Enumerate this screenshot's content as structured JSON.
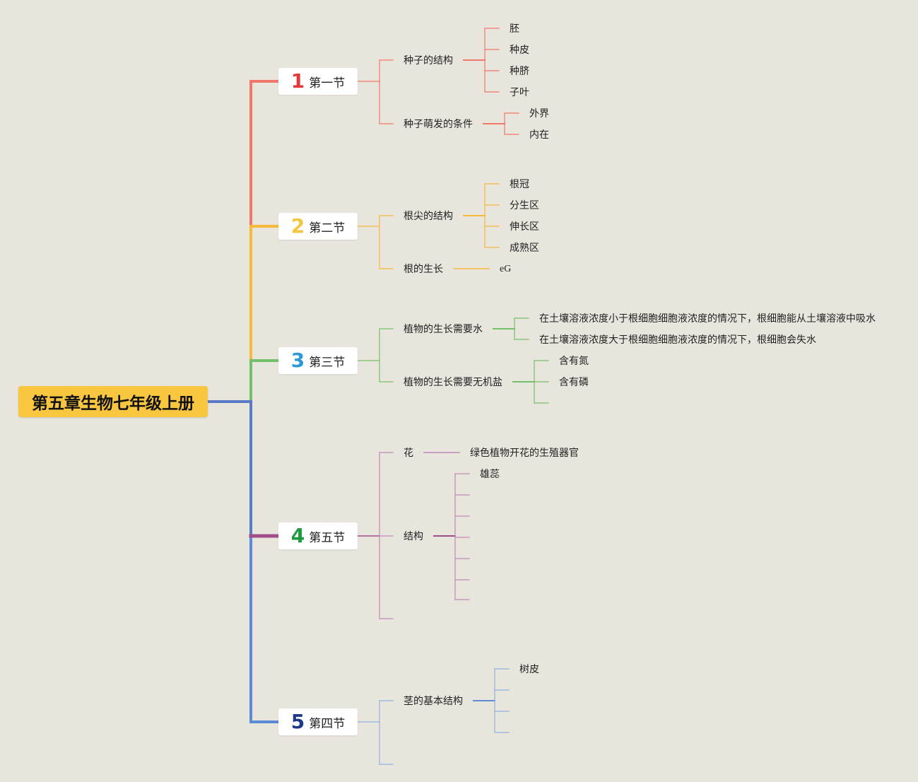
{
  "root": {
    "label": "第五章生物七年级上册",
    "color": "#f9c63f"
  },
  "sections": [
    {
      "num": "1",
      "label": "第一节",
      "color": "#f0776a",
      "num_color": "#e23a3a"
    },
    {
      "num": "2",
      "label": "第二节",
      "color": "#f6b93a",
      "num_color": "#f2c640"
    },
    {
      "num": "3",
      "label": "第三节",
      "color": "#74bf6a",
      "num_color": "#2d9ad6"
    },
    {
      "num": "4",
      "label": "第五节",
      "color": "#a14d8c",
      "num_color": "#1e9b3e"
    },
    {
      "num": "5",
      "label": "第四节",
      "color": "#5b8bd6",
      "num_color": "#1f3a8a"
    }
  ],
  "s1": {
    "seed_structure": {
      "label": "种子的结构",
      "children": [
        "胚",
        "种皮",
        "种脐",
        "子叶"
      ]
    },
    "germination": {
      "label": "种子萌发的条件",
      "children": [
        "外界",
        "内在"
      ]
    }
  },
  "s2": {
    "root_tip": {
      "label": "根尖的结构",
      "children": [
        "根冠",
        "分生区",
        "伸长区",
        "成熟区"
      ]
    },
    "root_growth": {
      "label": "根的生长",
      "children": [
        "eG"
      ]
    }
  },
  "s3": {
    "water": {
      "label": "植物的生长需要水",
      "children": [
        "在土壤溶液浓度小于根细胞细胞液浓度的情况下，根细胞能从土壤溶液中吸水",
        "在土壤溶液浓度大于根细胞细胞液浓度的情况下，根细胞会失水"
      ]
    },
    "minerals": {
      "label": "植物的生长需要无机盐",
      "children": [
        "含有氮",
        "含有磷"
      ]
    }
  },
  "s4": {
    "flower": {
      "label": "花",
      "children": [
        "绿色植物开花的生殖器官"
      ]
    },
    "structure": {
      "label": "结构",
      "children": [
        "雄蕊"
      ]
    }
  },
  "s5": {
    "stem": {
      "label": "茎的基本结构",
      "children": [
        "树皮"
      ]
    }
  }
}
